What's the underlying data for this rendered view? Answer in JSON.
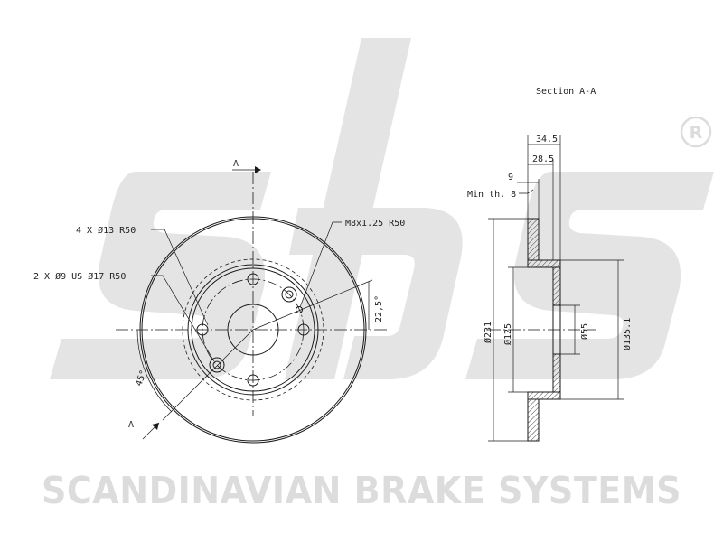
{
  "watermark": {
    "logo_text": "sbs",
    "registered_mark": "®",
    "company_name": "SCANDINAVIAN BRAKE SYSTEMS"
  },
  "front_view": {
    "section_mark": "A",
    "callout_holes_13": "4 X Ø13 R50",
    "callout_holes_9": "2 X Ø9 US Ø17 R50",
    "callout_thread": "M8x1.25 R50",
    "angle_22": "22,5°",
    "angle_45": "45°"
  },
  "section_view": {
    "title": "Section A-A",
    "dim_total_height": "34.5",
    "dim_disc_height": "28.5",
    "dim_flange": "9",
    "min_thickness": "Min th. 8",
    "dia_outer": "Ø231",
    "dia_inner": "Ø125",
    "dia_bore": "Ø55",
    "dia_hat": "Ø135.1"
  },
  "colors": {
    "line": "#1a1a1a",
    "watermark": "#dcdcdc",
    "text": "#222222"
  }
}
